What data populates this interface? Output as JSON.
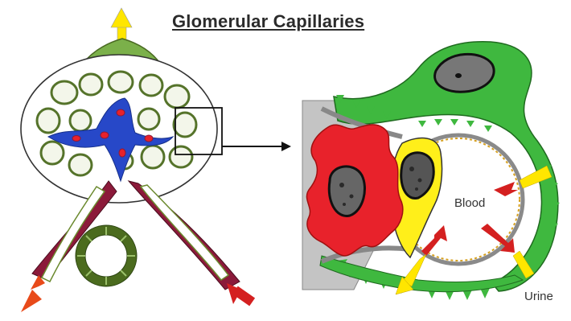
{
  "title": "Glomerular Capillaries",
  "labels": {
    "blood": "Blood",
    "urine": "Urine"
  },
  "colors": {
    "capsule_green": "#3fb83f",
    "dark_green": "#5a7a2c",
    "red_cell": "#e8222b",
    "yellow": "#ffef1a",
    "maroon": "#8b1a3a",
    "blue": "#2748c8",
    "gray": "#b9b9b9",
    "arrow_yellow": "#ffe600",
    "arrow_red": "#d42020"
  }
}
